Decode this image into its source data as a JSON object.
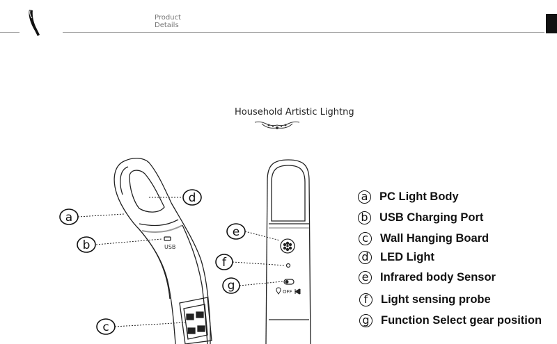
{
  "header": {
    "title_line1": "Product",
    "title_line2": "Details"
  },
  "section": {
    "title": "Household Artistic Lightng"
  },
  "diagram": {
    "callouts": [
      "a",
      "b",
      "c",
      "d",
      "e",
      "f",
      "g"
    ],
    "usb_label": "USB",
    "off_label": "OFF"
  },
  "legend": {
    "items": [
      {
        "letter": "a",
        "text": "PC Light Body"
      },
      {
        "letter": "b",
        "text": "USB Charging Port"
      },
      {
        "letter": "c",
        "text": "Wall Hanging Board"
      },
      {
        "letter": "d",
        "text": "LED Light"
      },
      {
        "letter": "e",
        "text": "Infrared body Sensor"
      },
      {
        "letter": "f",
        "text": "Light sensing probe"
      },
      {
        "letter": "g",
        "text": "Function Select gear position"
      }
    ]
  }
}
